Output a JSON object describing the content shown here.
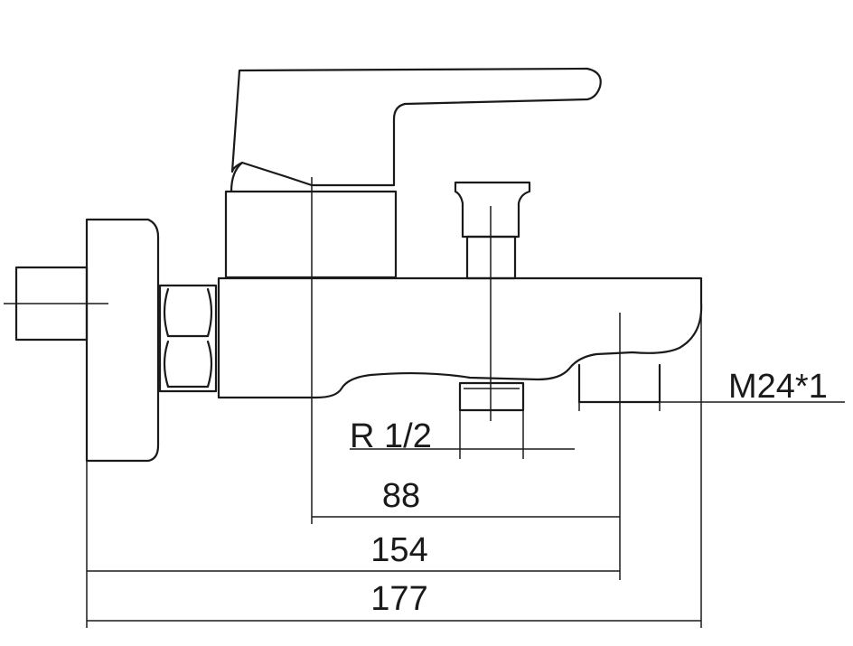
{
  "labels": {
    "thread_outlet": "M24*1",
    "thread_inlet": "R 1/2",
    "dim_88": "88",
    "dim_154": "154",
    "dim_177": "177"
  },
  "colors": {
    "line": "#1a1a1a",
    "background": "#ffffff"
  }
}
